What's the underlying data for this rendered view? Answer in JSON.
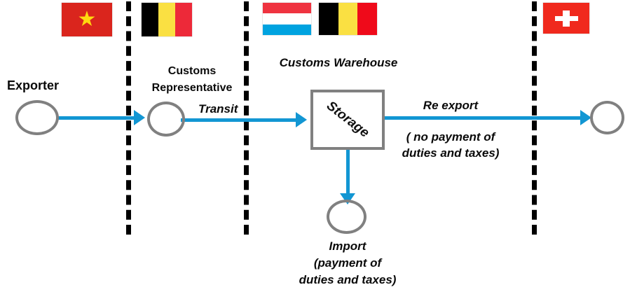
{
  "diagram": {
    "title": "Customs warehouse transit and re-export flow",
    "background_color": "#ffffff",
    "accent_color": "#1296d3",
    "shape_stroke_color": "#808080",
    "border_color": "#000000"
  },
  "flags": [
    {
      "name": "vietnam-flag",
      "country": "Vietnam",
      "type": "solid-star",
      "colors": [
        "#da251d",
        "#ffd90f"
      ],
      "glyph": "★"
    },
    {
      "name": "belgium-flag-left",
      "country": "Belgium",
      "type": "vertical-stripes",
      "colors": [
        "#000000",
        "#fae042",
        "#ed2939"
      ]
    },
    {
      "name": "luxembourg-flag",
      "country": "Luxembourg",
      "type": "horizontal-stripes",
      "colors": [
        "#ef3340",
        "#ffffff",
        "#00a3e0"
      ]
    },
    {
      "name": "belgium-flag-right",
      "country": "Belgium",
      "type": "vertical-stripes",
      "colors": [
        "#000000",
        "#fae042",
        "#ef0a1a"
      ]
    },
    {
      "name": "switzerland-flag",
      "country": "Switzerland",
      "type": "solid-cross",
      "colors": [
        "#f0291d",
        "#ffffff"
      ]
    }
  ],
  "labels": {
    "exporter": "Exporter",
    "customs_representative_line1": "Customs",
    "customs_representative_line2": "Representative",
    "transit": "Transit",
    "customs_warehouse": "Customs Warehouse",
    "storage": "Storage",
    "re_export": "Re export",
    "re_export_note_line1": "( no payment of",
    "re_export_note_line2": "duties and taxes)",
    "import": "Import",
    "import_note_line1": "(payment of",
    "import_note_line2": "duties and taxes)"
  },
  "nodes": [
    {
      "name": "exporter-node",
      "label": "Exporter",
      "shape": "circle"
    },
    {
      "name": "customs-representative-node",
      "label": "Customs Representative",
      "shape": "circle"
    },
    {
      "name": "storage-node",
      "label": "Storage",
      "shape": "rectangle"
    },
    {
      "name": "import-node",
      "label": "Import",
      "shape": "circle"
    },
    {
      "name": "re-export-destination-node",
      "label": "",
      "shape": "circle"
    }
  ],
  "flows": [
    {
      "name": "exporter-to-representative-flow",
      "label": "",
      "direction": "right"
    },
    {
      "name": "transit-flow",
      "label": "Transit",
      "direction": "right"
    },
    {
      "name": "storage-to-re-export-flow",
      "label": "Re export",
      "direction": "right"
    },
    {
      "name": "storage-to-import-flow",
      "label": "Import",
      "direction": "down"
    }
  ],
  "country_borders": [
    {
      "name": "border-vietnam-belgium"
    },
    {
      "name": "border-belgium-luxembourg"
    },
    {
      "name": "border-luxembourg-switzerland"
    }
  ]
}
